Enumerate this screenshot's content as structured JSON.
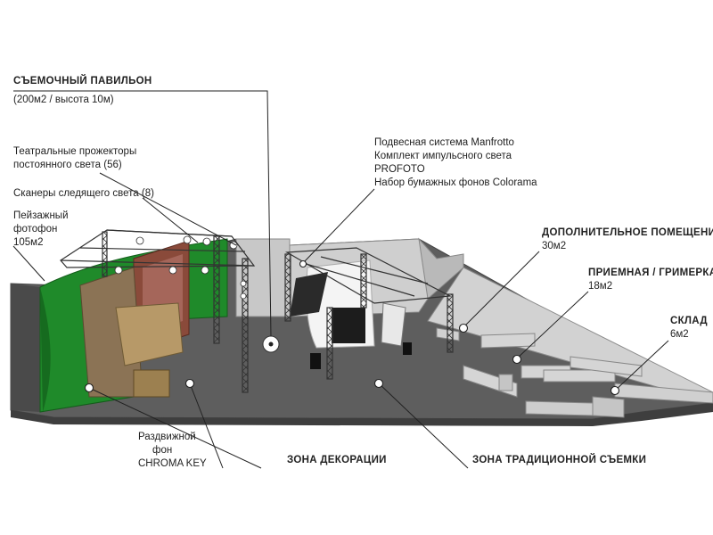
{
  "pavilion": {
    "title": "СЪЕМОЧНЫЙ ПАВИЛЬОН",
    "subtitle": "(200м2 / высота 10м)"
  },
  "projectors": {
    "line1": "Театральные прожекторы",
    "line2": "постоянного света (56)"
  },
  "scanners": {
    "text": "Сканеры следящего света (8)"
  },
  "landscape": {
    "line1": "Пейзажный",
    "line2": "фотофон",
    "line3": "105м2"
  },
  "equipment": {
    "line1": "Подвесная система Manfrotto",
    "line2": "Комплект импульсного света",
    "line3": "PROFOTO",
    "line4": "Набор бумажных фонов Colorama"
  },
  "extra_room": {
    "title": "ДОПОЛНИТЕЛЬНОЕ ПОМЕЩЕНИЕ",
    "area": "30м2"
  },
  "reception": {
    "title": "ПРИЕМНАЯ / ГРИМЕРКА",
    "area": "18м2"
  },
  "storage": {
    "title": "СКЛАД",
    "area": "6м2"
  },
  "chroma": {
    "line1": "Раздвижной",
    "line2": "фон",
    "line3": "CHROMA KEY"
  },
  "decor_zone": {
    "title": "ЗОНА ДЕКОРАЦИИ"
  },
  "traditional_zone": {
    "title": "ЗОНА ТРАДИЦИОННОЙ СЪЕМКИ"
  },
  "colors": {
    "floor": "#5e5e5e",
    "wall": "#c9c9c9",
    "chroma_green": "#1f8a2a",
    "truss": "#333333",
    "leader": "#222222"
  }
}
